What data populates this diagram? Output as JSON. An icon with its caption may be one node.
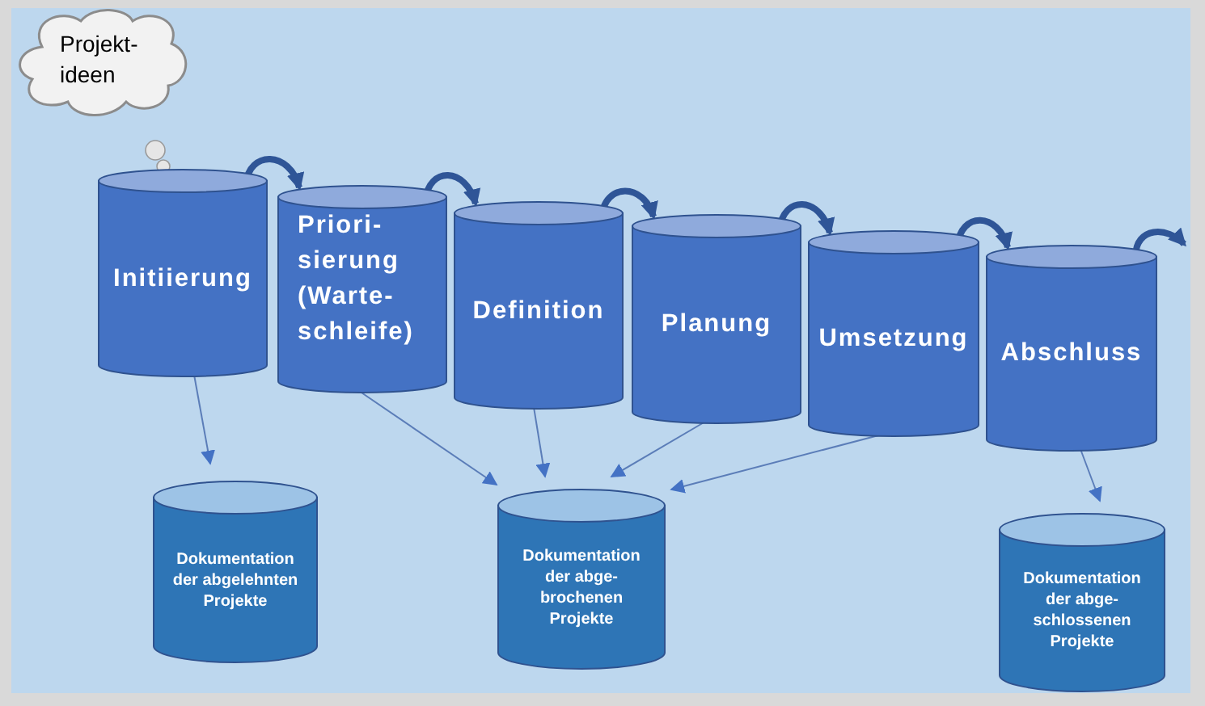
{
  "diagram": {
    "nodes": [
      {
        "text": [
          "Projekt- ideen"
        ]
      },
      {
        "text": [
          "Initiierung"
        ]
      },
      {
        "text": [
          "Priori- sierung (Warte- schleife)"
        ]
      },
      {
        "text": [
          "Definition"
        ]
      },
      {
        "text": [
          "Planung"
        ]
      },
      {
        "text": [
          "Umsetzung"
        ]
      },
      {
        "text": [
          "Abschluss"
        ]
      },
      {
        "text": [
          "Dokumentation der abgelehnten Projekte"
        ]
      },
      {
        "text": [
          "Dokumentation der abge- brochenen Projekte"
        ]
      },
      {
        "text": [
          "Dokumentation der abge- schlossenen Projekte"
        ]
      }
    ],
    "edges": [
      {
        "from": 1,
        "to": 2,
        "arrow": "to",
        "style": "thick"
      },
      {
        "from": 2,
        "to": 3,
        "arrow": "to",
        "style": "thick"
      },
      {
        "from": 3,
        "to": 4,
        "arrow": "to",
        "style": "thick"
      },
      {
        "from": 4,
        "to": 5,
        "arrow": "to",
        "style": "thick"
      },
      {
        "from": 5,
        "to": 6,
        "arrow": "to",
        "style": "thick"
      },
      {
        "from": 1,
        "to": 7,
        "arrow": "to"
      },
      {
        "from": 2,
        "to": 8,
        "arrow": "to"
      },
      {
        "from": 3,
        "to": 8,
        "arrow": "to"
      },
      {
        "from": 4,
        "to": 8,
        "arrow": "to"
      },
      {
        "from": 5,
        "to": 8,
        "arrow": "to"
      },
      {
        "from": 6,
        "to": 9,
        "arrow": "to"
      }
    ]
  }
}
